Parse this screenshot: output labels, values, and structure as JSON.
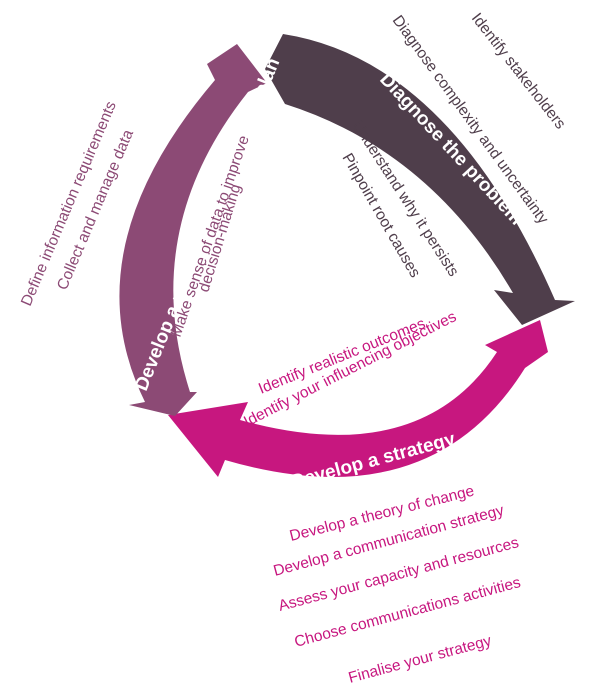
{
  "colors": {
    "diagnose": "#4f3e4b",
    "strategy": "#c7177f",
    "monitoring": "#8c4a75"
  },
  "stages": {
    "diagnose": {
      "title": "Diagnose the problem",
      "outer_items": [
        "Identify stakeholders",
        "Diagnose complexity and uncertainty"
      ],
      "inner_items": [
        "Understand why it persists",
        "Pinpoint root causes"
      ]
    },
    "strategy": {
      "title": "Develop a strategy",
      "inner_items": [
        "Identify realistic outcomes",
        "Identify your influencing objectives"
      ],
      "outer_items": [
        "Develop a theory of change",
        "Develop a communication strategy",
        "Assess your capacity and resources",
        "Choose communications activities",
        "Finalise your strategy"
      ]
    },
    "monitoring": {
      "title": "Develop a monitoring and learning plan",
      "outer_items": [
        "Define information requirements",
        "Collect and manage data"
      ],
      "inner_items": [
        "Make sense of data to improve",
        "decision-making"
      ]
    }
  }
}
